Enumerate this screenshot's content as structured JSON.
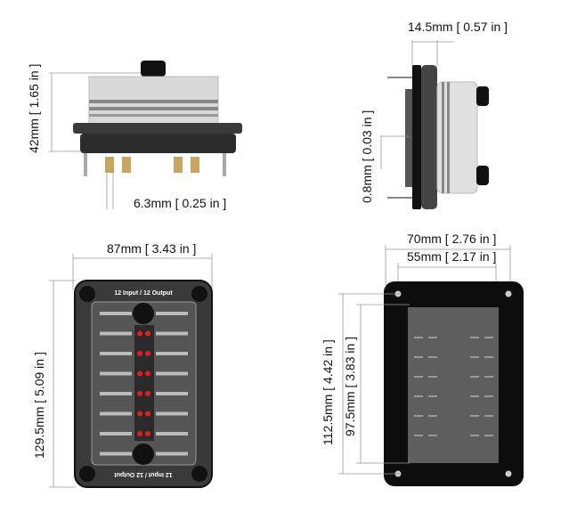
{
  "dimensions": {
    "side_height": "42mm [ 1.65 in ]",
    "terminal_width": "6.3mm [ 0.25 in ]",
    "depth": "14.5mm [ 0.57 in ]",
    "plate_thickness": "0.8mm [ 0.03 in ]",
    "overall_width": "87mm [ 3.43 in ]",
    "overall_height": "129.5mm [ 5.09 in ]",
    "mount_width_outer": "70mm [ 2.76 in ]",
    "mount_width_inner": "55mm [ 2.17 in ]",
    "mount_height_outer": "112.5mm [ 4.42 in ]",
    "mount_height_inner": "97.5mm [ 3.83 in ]"
  },
  "panel": {
    "label_top": "12 Input / 12 Output",
    "label_bottom": "12 Input / 12 Output"
  },
  "colors": {
    "body": "#3a3a3a",
    "led": "#e0201c",
    "frame": "#0d0d0d"
  }
}
